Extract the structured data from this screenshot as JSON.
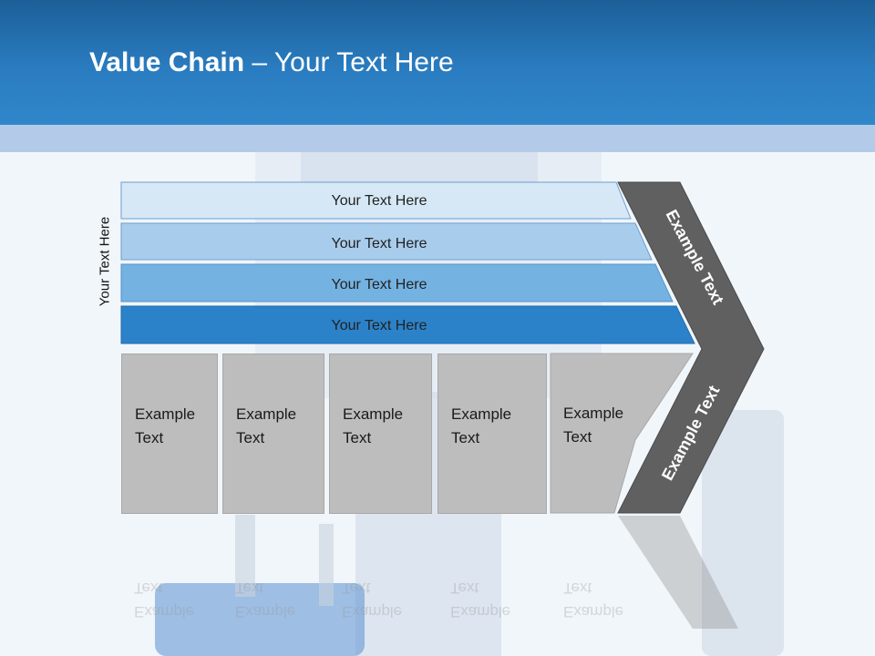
{
  "title": {
    "bold": "Value Chain",
    "rest": " – Your Text Here"
  },
  "side_label": "Your Text Here",
  "bars": [
    {
      "label": "Your Text Here",
      "color": "#d6e8f6"
    },
    {
      "label": "Your Text Here",
      "color": "#a8cdec"
    },
    {
      "label": "Your Text Here",
      "color": "#74b2e2"
    },
    {
      "label": "Your Text Here",
      "color": "#2c82c9"
    }
  ],
  "boxes": [
    {
      "line1": "Example",
      "line2": "Text"
    },
    {
      "line1": "Example",
      "line2": "Text"
    },
    {
      "line1": "Example",
      "line2": "Text"
    },
    {
      "line1": "Example",
      "line2": "Text"
    },
    {
      "line1": "Example",
      "line2": "Text"
    }
  ],
  "chevron": {
    "upper": "Example Text",
    "lower": "Example Text",
    "color": "#606060"
  },
  "colors": {
    "header": "#2a7cc0",
    "band": "#b3cbe8",
    "box": "#bdbdbd"
  }
}
